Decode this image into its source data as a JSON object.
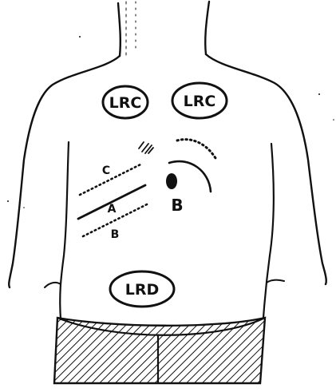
{
  "diagram": {
    "labels": {
      "oval_left_chest": "LRC",
      "oval_right_chest": "LRC",
      "oval_abdomen": "LRD",
      "line_c": "C",
      "line_a": "A",
      "line_b": "B",
      "marker_b": "B"
    },
    "colors": {
      "ink": "#111111",
      "background": "#ffffff"
    }
  }
}
